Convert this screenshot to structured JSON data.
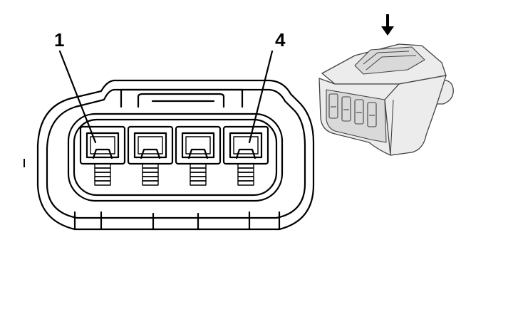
{
  "pin_labels": [
    {
      "text": "1"
    },
    {
      "text": "4"
    }
  ],
  "terminal_count": 4,
  "direction_indicator": "arrow-down-icon",
  "colors": {
    "ink": "#000000",
    "housing_fill": "#ececec",
    "background": "#ffffff"
  }
}
